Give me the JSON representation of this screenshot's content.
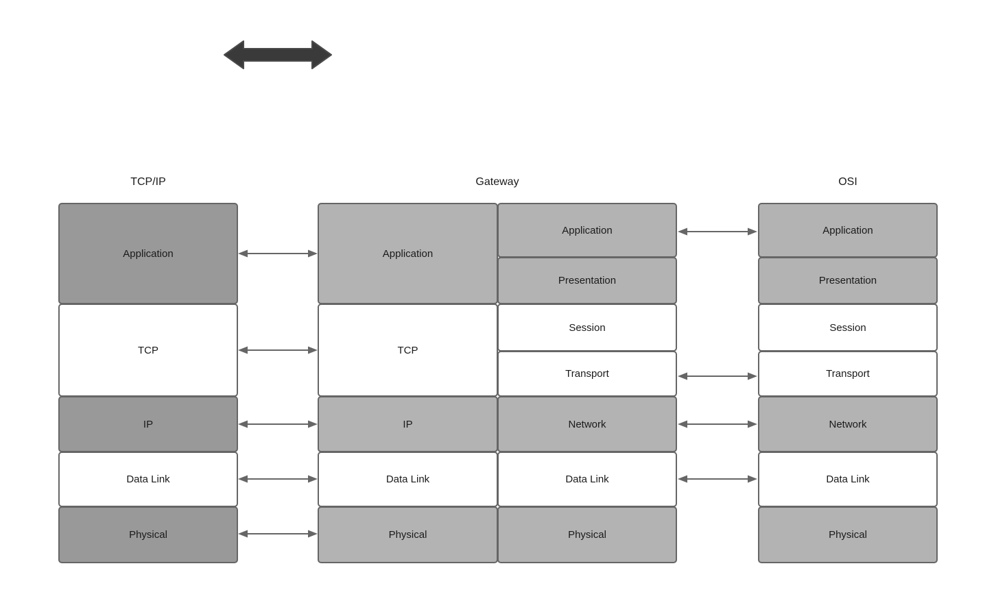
{
  "diagram": {
    "title_top_arrow": "bidirectional-arrow",
    "colors": {
      "stroke": "#666666",
      "text": "#1a1a1a",
      "fill_white": "#ffffff",
      "fill_gray_dark": "#999999",
      "fill_gray_light": "#b3b3b3",
      "top_arrow_fill": "#3a3a3a"
    },
    "columns": [
      {
        "id": "tcpip",
        "header": "TCP/IP",
        "layers": [
          {
            "label": "Application",
            "fill": "gray-dark"
          },
          {
            "label": "TCP",
            "fill": "white"
          },
          {
            "label": "IP",
            "fill": "gray-dark"
          },
          {
            "label": "Data Link",
            "fill": "white"
          },
          {
            "label": "Physical",
            "fill": "gray-dark"
          }
        ]
      },
      {
        "id": "gateway",
        "header": "Gateway",
        "left_layers": [
          {
            "label": "Application",
            "fill": "gray-light"
          },
          {
            "label": "TCP",
            "fill": "white"
          },
          {
            "label": "IP",
            "fill": "gray-light"
          },
          {
            "label": "Data Link",
            "fill": "white"
          },
          {
            "label": "Physical",
            "fill": "gray-light"
          }
        ],
        "right_layers": [
          {
            "label": "Application",
            "fill": "gray-light"
          },
          {
            "label": "Presentation",
            "fill": "gray-light"
          },
          {
            "label": "Session",
            "fill": "white"
          },
          {
            "label": "Transport",
            "fill": "white"
          },
          {
            "label": "Network",
            "fill": "gray-light"
          },
          {
            "label": "Data Link",
            "fill": "white"
          },
          {
            "label": "Physical",
            "fill": "gray-light"
          }
        ]
      },
      {
        "id": "osi",
        "header": "OSI",
        "layers": [
          {
            "label": "Application",
            "fill": "gray-light"
          },
          {
            "label": "Presentation",
            "fill": "gray-light"
          },
          {
            "label": "Session",
            "fill": "white"
          },
          {
            "label": "Transport",
            "fill": "white"
          },
          {
            "label": "Network",
            "fill": "gray-light"
          },
          {
            "label": "Data Link",
            "fill": "white"
          },
          {
            "label": "Physical",
            "fill": "gray-light"
          }
        ]
      }
    ],
    "connectors_left": [
      {
        "from": "Application",
        "to": "Application"
      },
      {
        "from": "TCP",
        "to": "TCP"
      },
      {
        "from": "IP",
        "to": "IP"
      },
      {
        "from": "Data Link",
        "to": "Data Link"
      },
      {
        "from": "Physical",
        "to": "Physical"
      }
    ],
    "connectors_right": [
      {
        "from": "Application",
        "to": "Application"
      },
      {
        "from": "Transport",
        "to": "Transport"
      },
      {
        "from": "Network",
        "to": "Network"
      },
      {
        "from": "Data Link",
        "to": "Data Link"
      }
    ]
  }
}
